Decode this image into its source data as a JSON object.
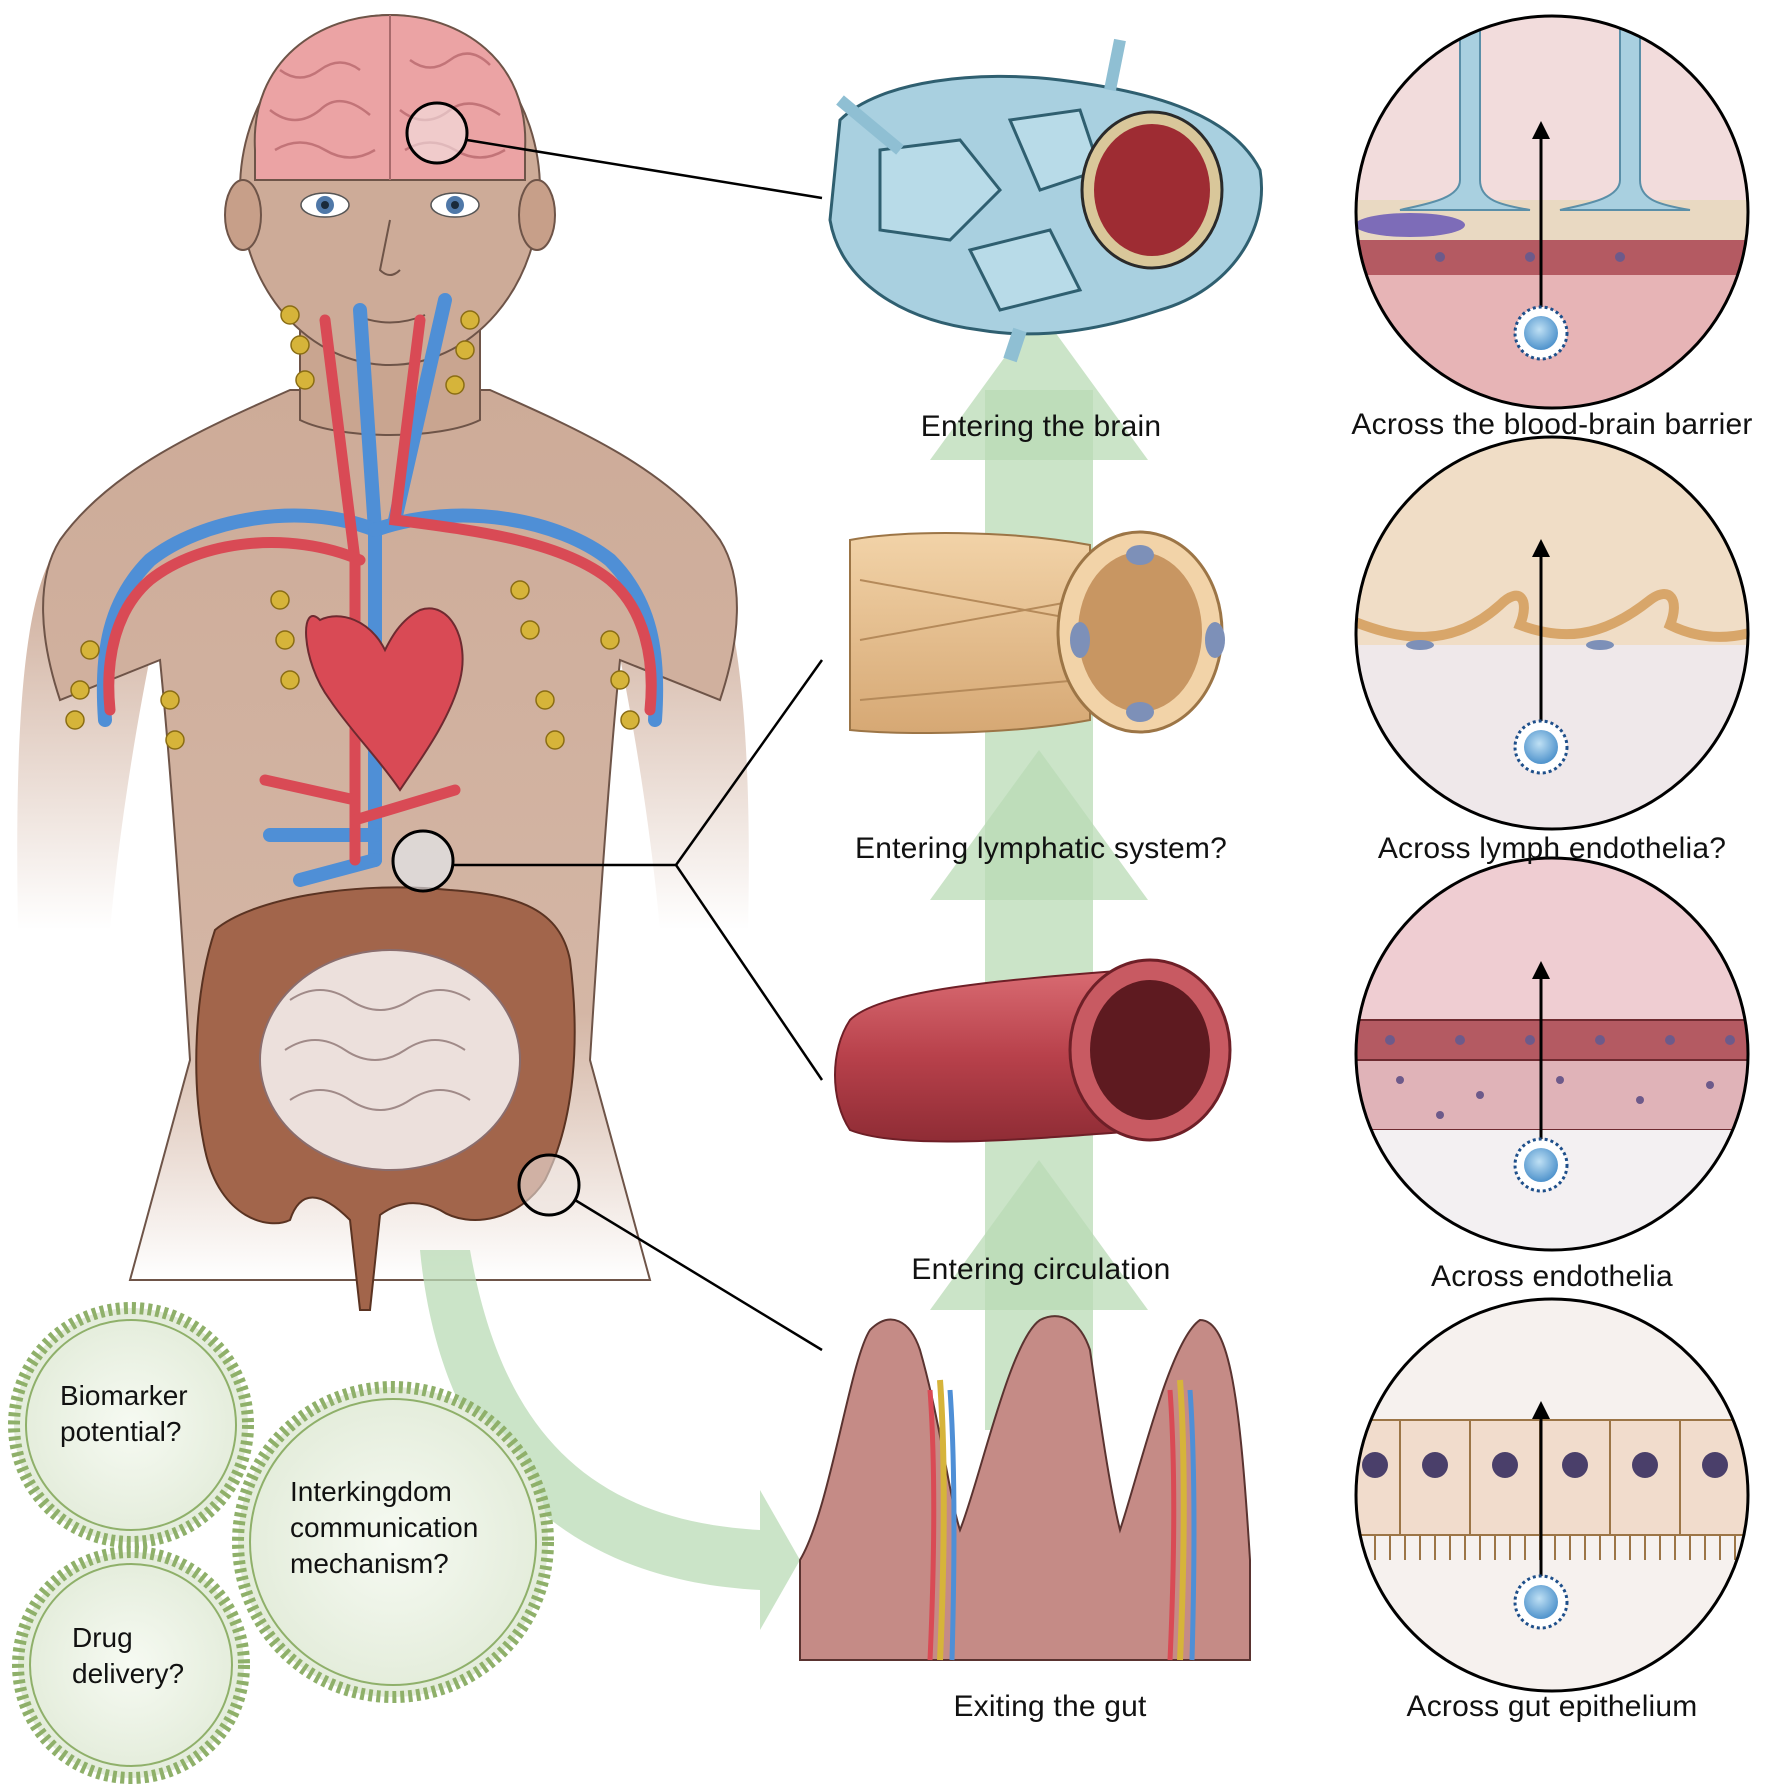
{
  "stages": [
    {
      "id": "brain",
      "label": "Entering the brain"
    },
    {
      "id": "lymph",
      "label": "Entering lymphatic system?"
    },
    {
      "id": "circ",
      "label": "Entering circulation"
    },
    {
      "id": "gut",
      "label": "Exiting the gut"
    }
  ],
  "barriers": [
    {
      "id": "bbb",
      "label": "Across the blood-brain barrier"
    },
    {
      "id": "lymph",
      "label": "Across lymph endothelia?"
    },
    {
      "id": "endo",
      "label": "Across endothelia"
    },
    {
      "id": "epi",
      "label": "Across gut epithelium"
    }
  ],
  "questions": {
    "biomarker": {
      "line1": "Biomarker",
      "line2": "potential?"
    },
    "interkingdom": {
      "line1": "Interkingdom",
      "line2": "communication",
      "line3": "mechanism?"
    },
    "drug": {
      "line1": "Drug",
      "line2": "delivery?"
    }
  },
  "colors": {
    "skin": "#cdab98",
    "skin_edge": "#6e5448",
    "brain": "#eba3a4",
    "artery": "#d94a55",
    "vein": "#4f8fd6",
    "lymph_node": "#d6b43a",
    "colon": "#a2654b",
    "small_intestine": "#ece0dc",
    "flow_arrow": "#b9dbb5",
    "vesicle_ring": "#8fb06a",
    "vesicle": "#66a8d8"
  }
}
